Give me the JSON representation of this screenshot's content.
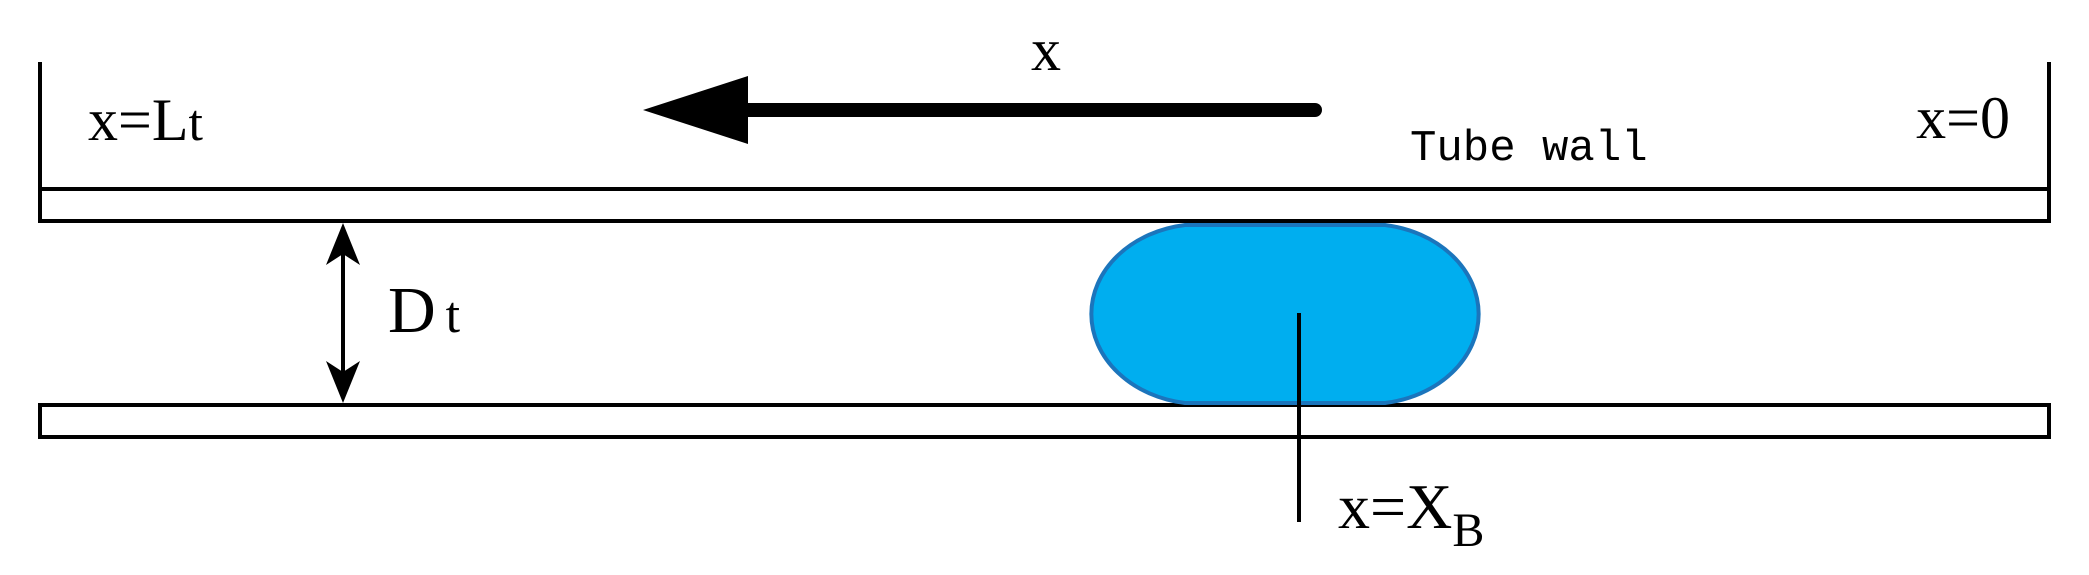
{
  "labels": {
    "x_axis": "x",
    "left_end": "x=L",
    "left_end_sub": "t",
    "right_end": "x=0",
    "tube_wall": "Tube wall",
    "diameter": "D",
    "diameter_sub": "t",
    "bubble_pos": "x=X",
    "bubble_pos_sub": "B"
  },
  "colors": {
    "bubble_fill": "#00AEEF",
    "bubble_stroke": "#1B75BC",
    "line": "#000000",
    "background": "#FFFFFF"
  }
}
